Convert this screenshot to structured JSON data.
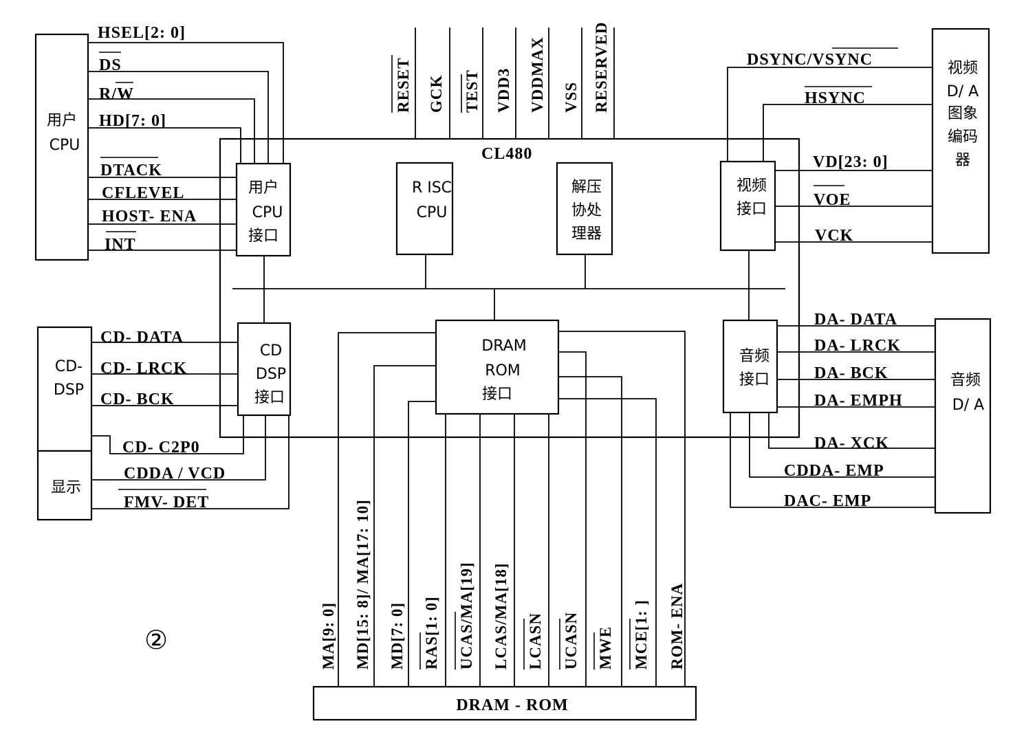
{
  "chip_name": "CL480",
  "figure_marker": "②",
  "blocks": {
    "user_cpu": [
      "用户",
      "CPU"
    ],
    "user_cpu_if": [
      "用户",
      "CPU",
      "接口"
    ],
    "risc_cpu": [
      "R ISC",
      "CPU"
    ],
    "decompress": [
      "解压",
      "协处",
      "理器"
    ],
    "video_if": [
      "视频",
      "接口"
    ],
    "video_encoder": [
      "视频",
      "D/ A",
      "图象",
      "编码",
      "器"
    ],
    "cd_dsp": [
      "CD-",
      "DSP"
    ],
    "cd_dsp_if": [
      "CD",
      "DSP",
      "接口"
    ],
    "display": "显示",
    "dram_rom_if": [
      "DRAM",
      "ROM",
      "接口"
    ],
    "audio_if": [
      "音频",
      "接口"
    ],
    "audio_da": [
      "音频",
      "D/ A"
    ],
    "dram_rom": "DRAM - ROM"
  },
  "signals": {
    "host": [
      "HSEL[2: 0]",
      "DS",
      "R/W",
      "HD[7: 0]",
      "DTACK",
      "CFLEVEL",
      "HOST- ENA",
      "INT"
    ],
    "cd": [
      "CD- DATA",
      "CD- LRCK",
      "CD- BCK",
      "CD- C2P0"
    ],
    "display": [
      "CDDA / VCD",
      "FMV- DET"
    ],
    "top": [
      "RESET",
      "GCK",
      "TEST",
      "VDD3",
      "VDDMAX",
      "VSS",
      "RESERVED"
    ],
    "video": [
      "DSYNC/VSYNC",
      "HSYNC",
      "VD[23: 0]",
      "VOE",
      "VCK"
    ],
    "audio": [
      "DA- DATA",
      "DA- LRCK",
      "DA- BCK",
      "DA- EMPH",
      "DA- XCK",
      "CDDA- EMP",
      "DAC- EMP"
    ],
    "memory": [
      "MA[9: 0]",
      "MD[15: 8]/ MA[17: 10]",
      "MD[7: 0]",
      "RAS[1: 0]",
      "UCAS/MA[19]",
      "LCAS/MA[18]",
      "LCASN",
      "UCASN",
      "MWE",
      "MCE[1: ]",
      "ROM- ENA"
    ]
  }
}
